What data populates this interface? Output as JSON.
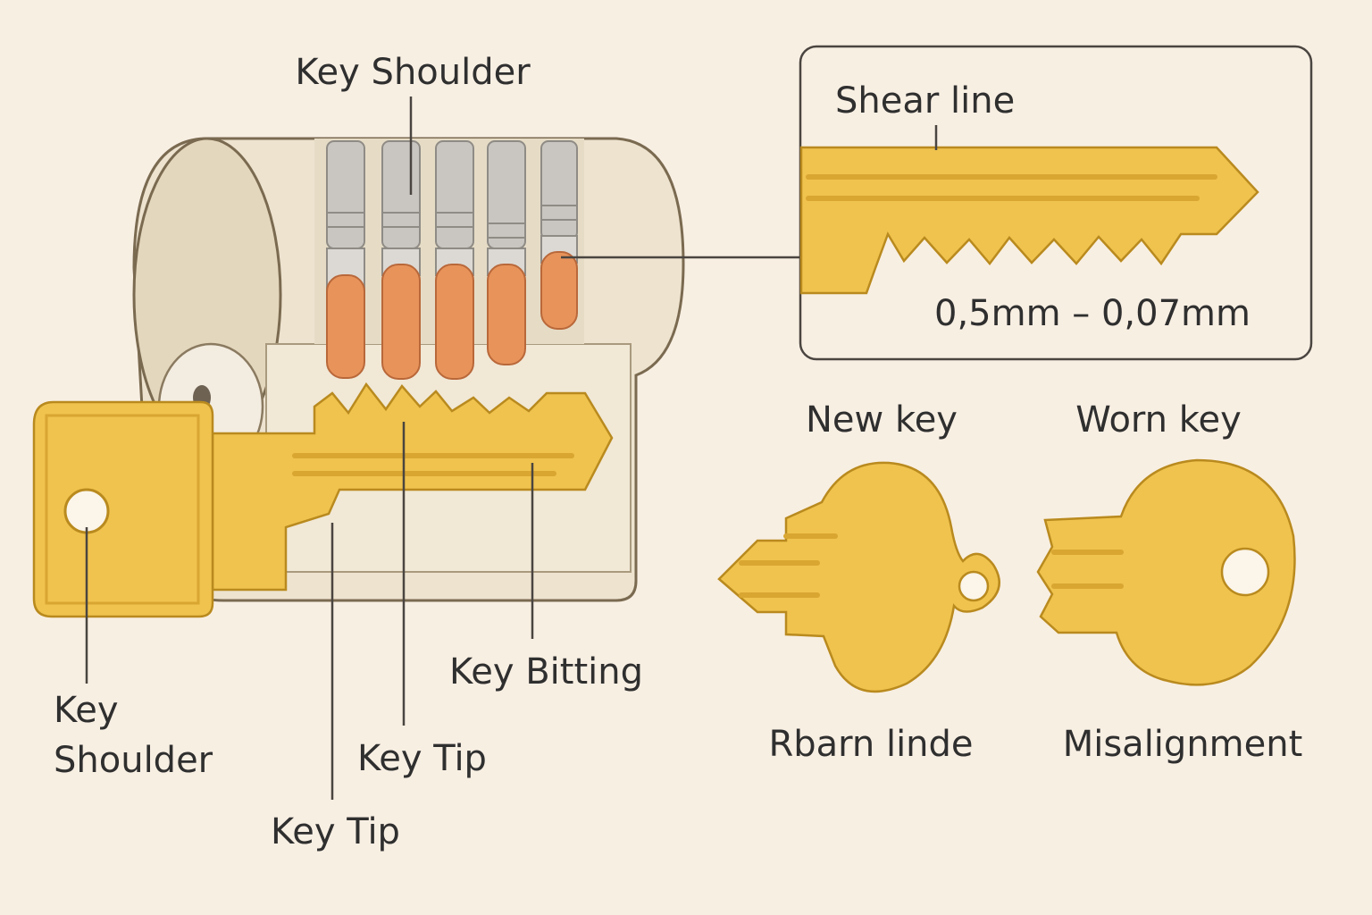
{
  "labels": {
    "key_shoulder_top": "Key Shoulder",
    "key_shoulder_left_line1": "Key",
    "key_shoulder_left_line2": "Shoulder",
    "key_tip_middle": "Key Tip",
    "key_tip_bottom": "Key Tip",
    "key_bitting": "Key Bitting"
  },
  "inset": {
    "shear_line": "Shear line",
    "tolerance": "0,5mm – 0,07mm"
  },
  "comparison": {
    "new_key": "New key",
    "worn_key": "Worn key",
    "new_key_caption": "Rbarn linde",
    "worn_key_caption": "Misalignment"
  },
  "colors": {
    "background": "#f8efe3",
    "cylinder": "#ede3cf",
    "key_gold": "#f0c34e",
    "pin_steel": "#c9c6c1",
    "pin_copper": "#e8935a"
  }
}
